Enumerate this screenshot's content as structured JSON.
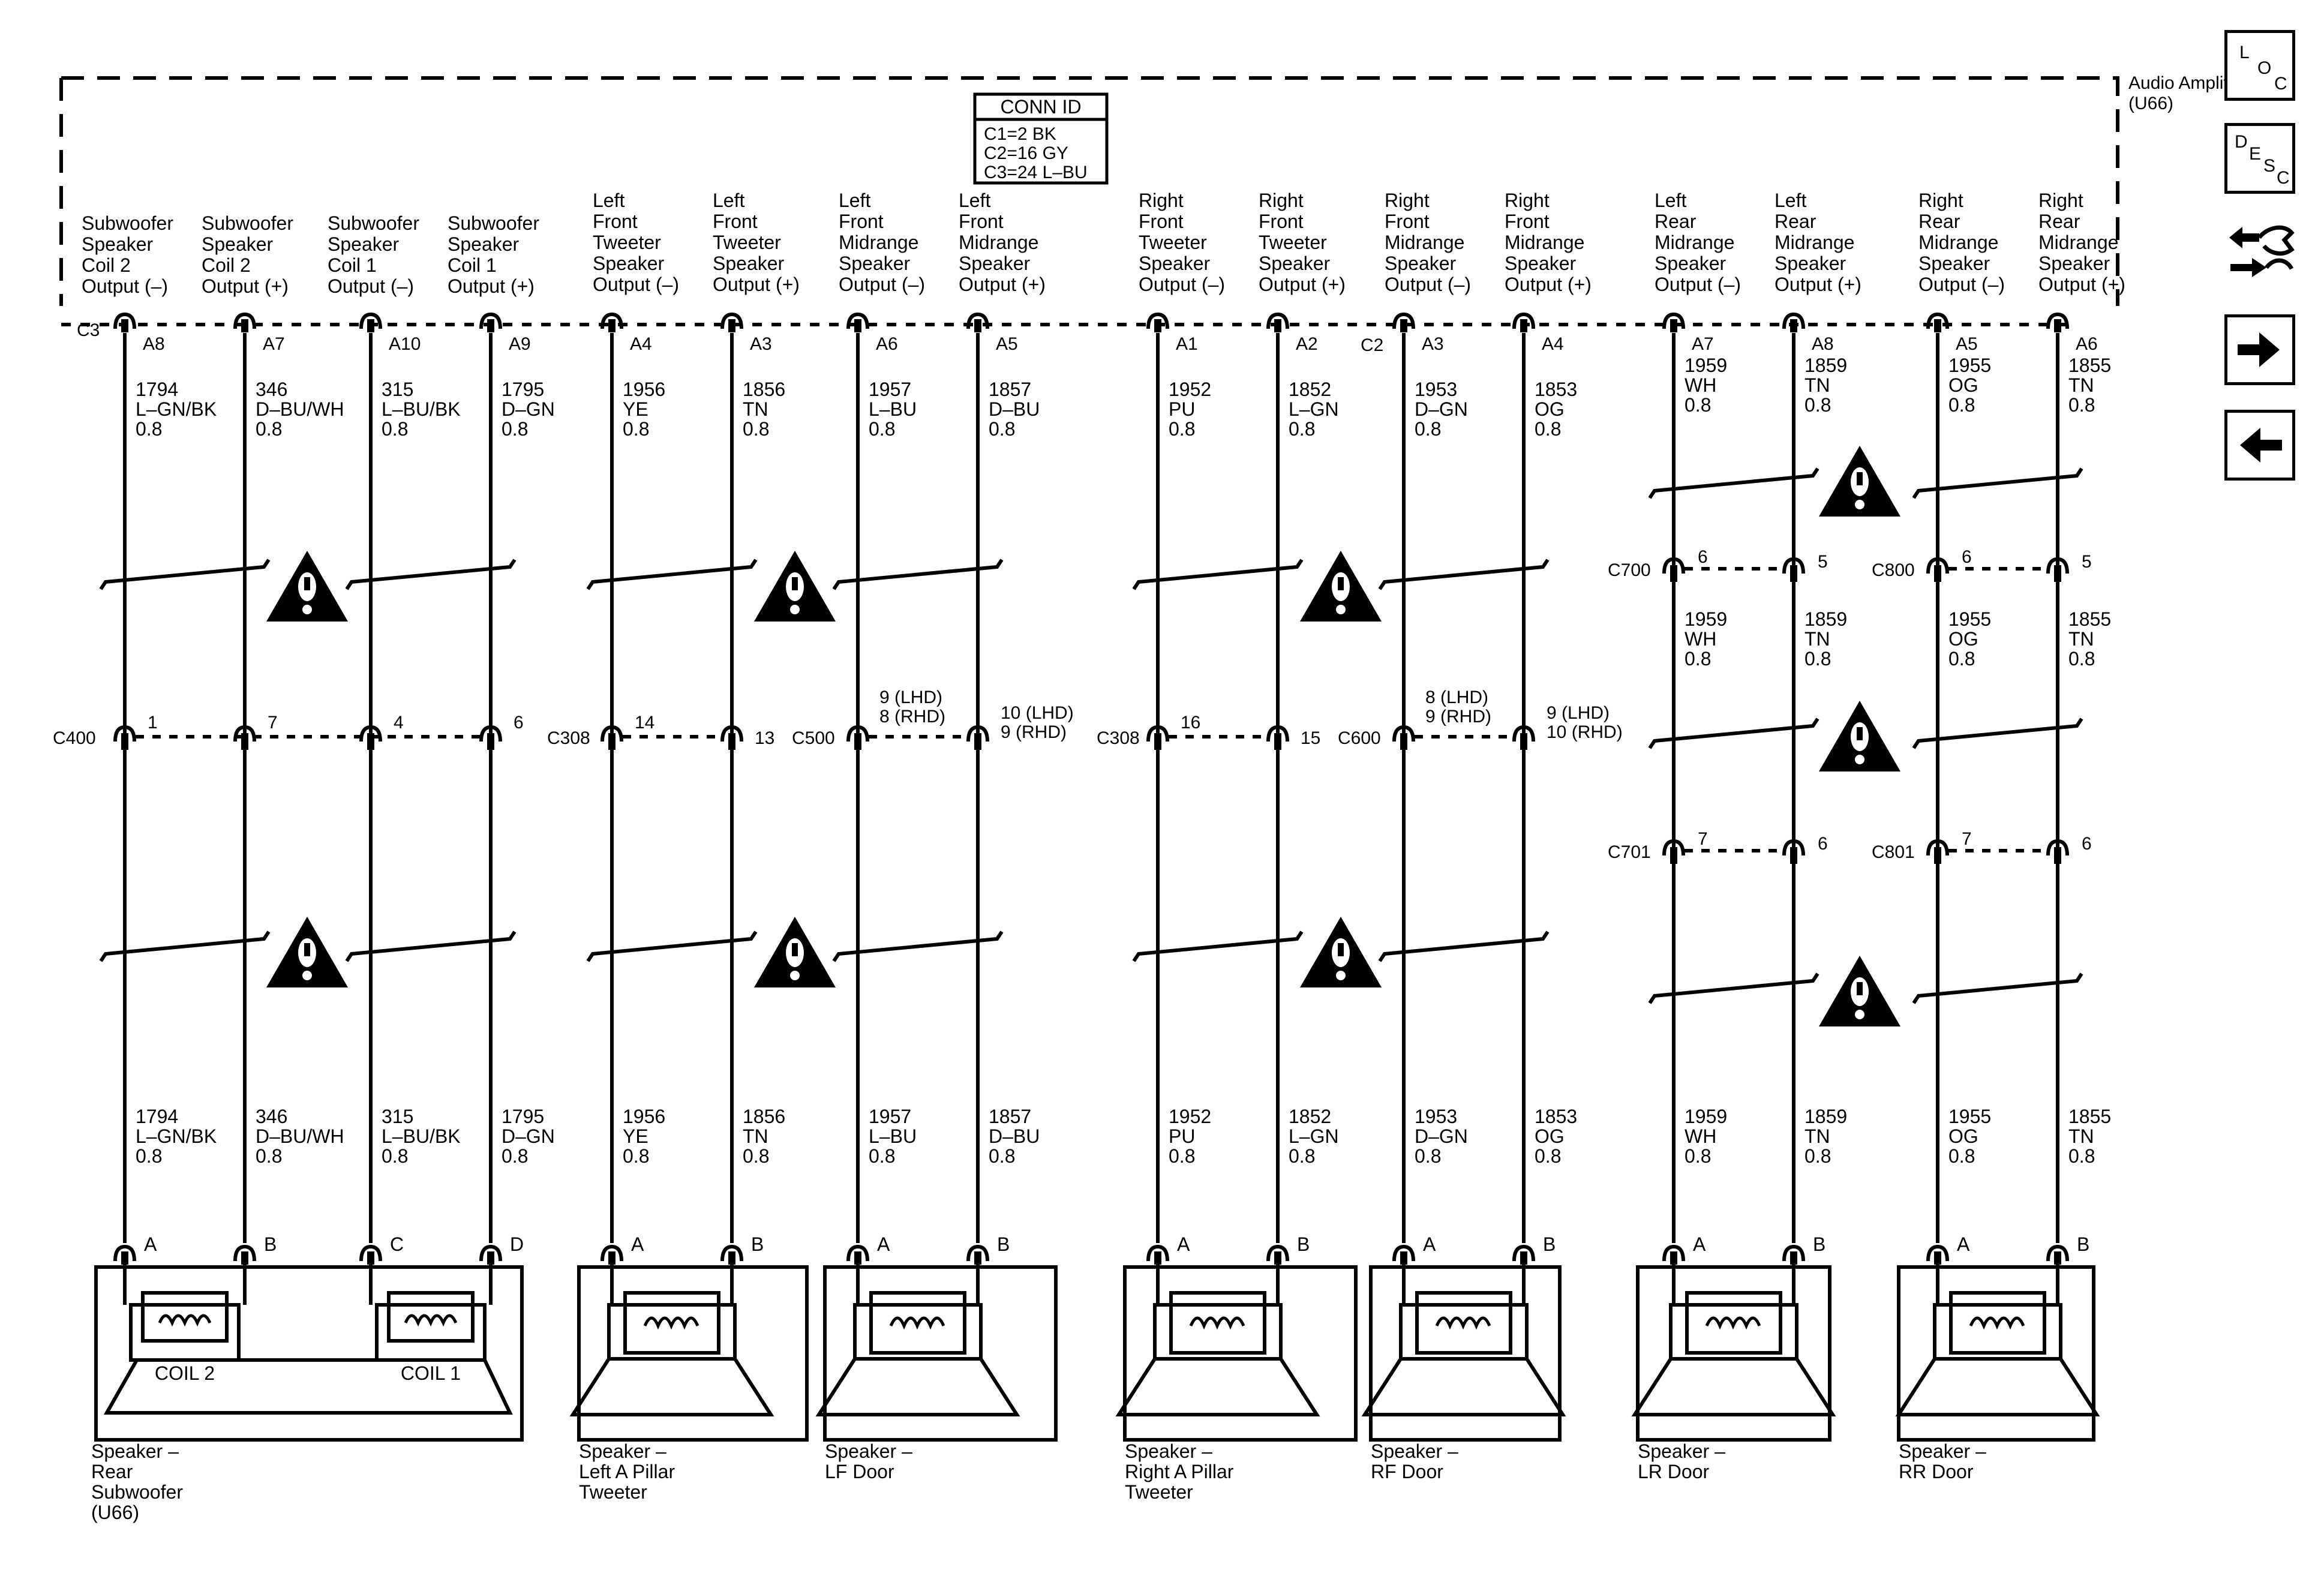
{
  "module": {
    "name": "Audio Amplifier",
    "id": "(U66)"
  },
  "conn_id": {
    "title": "CONN ID",
    "lines": [
      "C1=2 BK",
      "C2=16 GY",
      "C3=24 L–BU"
    ]
  },
  "amp_connectors": {
    "c3": "C3",
    "c2": "C2"
  },
  "circuits": [
    {
      "label": [
        "Subwoofer",
        "Speaker",
        "Coil 2",
        "Output (–)"
      ],
      "pin": "A8",
      "circuit": "1794",
      "color": "L–GN/BK",
      "gauge": "0.8",
      "inline_pin": "1",
      "spk_pin": "A",
      "spk_sign": "–"
    },
    {
      "label": [
        "Subwoofer",
        "Speaker",
        "Coil 2",
        "Output (+)"
      ],
      "pin": "A7",
      "circuit": "346",
      "color": "D–BU/WH",
      "gauge": "0.8",
      "inline_pin": "7",
      "spk_pin": "B",
      "spk_sign": "+"
    },
    {
      "label": [
        "Subwoofer",
        "Speaker",
        "Coil 1",
        "Output (–)"
      ],
      "pin": "A10",
      "circuit": "315",
      "color": "L–BU/BK",
      "gauge": "0.8",
      "inline_pin": "4",
      "spk_pin": "C",
      "spk_sign": "–"
    },
    {
      "label": [
        "Subwoofer",
        "Speaker",
        "Coil 1",
        "Output (+)"
      ],
      "pin": "A9",
      "circuit": "1795",
      "color": "D–GN",
      "gauge": "0.8",
      "inline_pin": "6",
      "spk_pin": "D",
      "spk_sign": "+"
    },
    {
      "label": [
        "Left",
        "Front",
        "Tweeter",
        "Speaker",
        "Output (–)"
      ],
      "pin": "A4",
      "circuit": "1956",
      "color": "YE",
      "gauge": "0.8",
      "inline_pin": "14",
      "spk_pin": "A",
      "spk_sign": "–"
    },
    {
      "label": [
        "Left",
        "Front",
        "Tweeter",
        "Speaker",
        "Output (+)"
      ],
      "pin": "A3",
      "circuit": "1856",
      "color": "TN",
      "gauge": "0.8",
      "inline_pin": "13",
      "spk_pin": "B",
      "spk_sign": "+"
    },
    {
      "label": [
        "Left",
        "Front",
        "Midrange",
        "Speaker",
        "Output (–)"
      ],
      "pin": "A6",
      "circuit": "1957",
      "color": "L–BU",
      "gauge": "0.8",
      "inline_pin": [
        "9 (LHD)",
        "8 (RHD)"
      ],
      "spk_pin": "A",
      "spk_sign": "–"
    },
    {
      "label": [
        "Left",
        "Front",
        "Midrange",
        "Speaker",
        "Output (+)"
      ],
      "pin": "A5",
      "circuit": "1857",
      "color": "D–BU",
      "gauge": "0.8",
      "inline_pin": [
        "10 (LHD)",
        "9 (RHD)"
      ],
      "spk_pin": "B",
      "spk_sign": "+"
    },
    {
      "label": [
        "Right",
        "Front",
        "Tweeter",
        "Speaker",
        "Output (–)"
      ],
      "pin": "A1",
      "circuit": "1952",
      "color": "PU",
      "gauge": "0.8",
      "inline_pin": "16",
      "spk_pin": "A",
      "spk_sign": "–"
    },
    {
      "label": [
        "Right",
        "Front",
        "Tweeter",
        "Speaker",
        "Output (+)"
      ],
      "pin": "A2",
      "circuit": "1852",
      "color": "L–GN",
      "gauge": "0.8",
      "inline_pin": "15",
      "spk_pin": "B",
      "spk_sign": "+"
    },
    {
      "label": [
        "Right",
        "Front",
        "Midrange",
        "Speaker",
        "Output (–)"
      ],
      "pin": "A3",
      "circuit": "1953",
      "color": "D–GN",
      "gauge": "0.8",
      "inline_pin": [
        "8 (LHD)",
        "9 (RHD)"
      ],
      "spk_pin": "A",
      "spk_sign": "–"
    },
    {
      "label": [
        "Right",
        "Front",
        "Midrange",
        "Speaker",
        "Output (+)"
      ],
      "pin": "A4",
      "circuit": "1853",
      "color": "OG",
      "gauge": "0.8",
      "inline_pin": [
        "9 (LHD)",
        "10 (RHD)"
      ],
      "spk_pin": "B",
      "spk_sign": "+"
    },
    {
      "label": [
        "Left",
        "Rear",
        "Midrange",
        "Speaker",
        "Output (–)"
      ],
      "pin": "A7",
      "circuit": "1959",
      "color": "WH",
      "gauge": "0.8",
      "inline_pin": "6",
      "inline_pin_2": "7",
      "spk_pin": "A",
      "spk_sign": "–"
    },
    {
      "label": [
        "Left",
        "Rear",
        "Midrange",
        "Speaker",
        "Output (+)"
      ],
      "pin": "A8",
      "circuit": "1859",
      "color": "TN",
      "gauge": "0.8",
      "inline_pin": "5",
      "inline_pin_2": "6",
      "spk_pin": "B",
      "spk_sign": "+"
    },
    {
      "label": [
        "Right",
        "Rear",
        "Midrange",
        "Speaker",
        "Output (–)"
      ],
      "pin": "A5",
      "circuit": "1955",
      "color": "OG",
      "gauge": "0.8",
      "inline_pin": "6",
      "inline_pin_2": "7",
      "spk_pin": "A",
      "spk_sign": "–"
    },
    {
      "label": [
        "Right",
        "Rear",
        "Midrange",
        "Speaker",
        "Output (+)"
      ],
      "pin": "A6",
      "circuit": "1855",
      "color": "TN",
      "gauge": "0.8",
      "inline_pin": "5",
      "inline_pin_2": "6",
      "spk_pin": "B",
      "spk_sign": "+"
    }
  ],
  "inline_connectors": {
    "front": [
      "C400",
      "C308",
      "C500",
      "C308",
      "C600"
    ],
    "rear_upper": [
      "C700",
      "C800"
    ],
    "rear_lower": [
      "C701",
      "C801"
    ]
  },
  "speakers": [
    {
      "name": [
        "Speaker –",
        "Rear",
        "Subwoofer",
        "(U66)"
      ],
      "coil_labels": [
        "COIL 2",
        "COIL 1"
      ]
    },
    {
      "name": [
        "Speaker –",
        "Left A Pillar",
        "Tweeter"
      ]
    },
    {
      "name": [
        "Speaker –",
        "LF Door"
      ]
    },
    {
      "name": [
        "Speaker –",
        "Right A Pillar",
        "Tweeter"
      ]
    },
    {
      "name": [
        "Speaker –",
        "RF Door"
      ]
    },
    {
      "name": [
        "Speaker –",
        "LR Door"
      ]
    },
    {
      "name": [
        "Speaker –",
        "RR Door"
      ]
    }
  ],
  "sidebar": {
    "loc": {
      "l1": "L",
      "l2": "O",
      "l3": "C"
    },
    "desc": {
      "l1": "D",
      "l2": "E",
      "l3": "S",
      "l4": "C"
    },
    "icons": [
      "connector-tool-icon",
      "arrow-right-icon",
      "arrow-left-icon"
    ]
  },
  "colors": {
    "line": "#000000",
    "background": "#ffffff"
  }
}
